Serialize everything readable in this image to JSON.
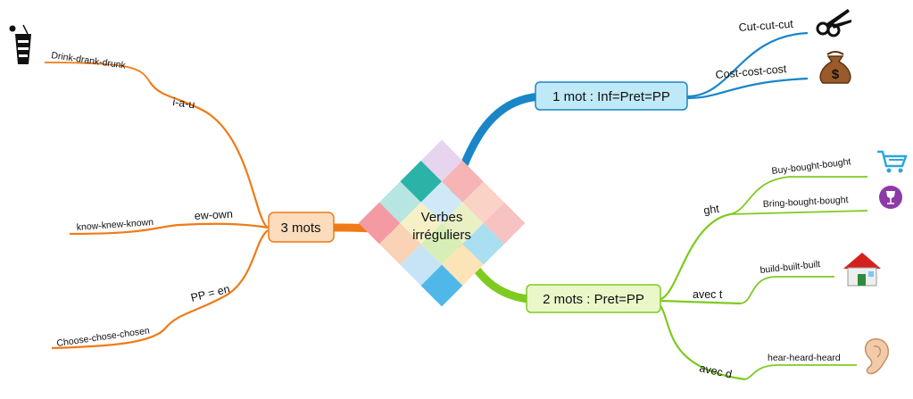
{
  "center": {
    "title_line1": "Verbes",
    "title_line2": "irréguliers"
  },
  "nodes": {
    "one_word": "1 mot : Inf=Pret=PP",
    "two_words": "2 mots : Pret=PP",
    "three_words": "3 mots"
  },
  "branches": {
    "one_word": {
      "items": [
        "Cut-cut-cut",
        "Cost-cost-cost"
      ]
    },
    "two_words": {
      "ght": {
        "label": "ght",
        "items": [
          "Buy-bought-bought",
          "Bring-bought-bought"
        ]
      },
      "avec_t": {
        "label": "avec t",
        "items": [
          "build-built-built"
        ]
      },
      "avec_d": {
        "label": "avec d",
        "items": [
          "hear-heard-heard"
        ]
      }
    },
    "three_words": {
      "iau": {
        "label": "i-a-u",
        "items": [
          "Drink-drank-drunk"
        ]
      },
      "ewown": {
        "label": "ew-own",
        "items": [
          "know-knew-known"
        ]
      },
      "ppen": {
        "label": "PP = en",
        "items": [
          "Choose-chose-chosen"
        ]
      }
    }
  },
  "icons": [
    "scissors-icon",
    "money-bag-icon",
    "cart-icon",
    "wine-icon",
    "house-icon",
    "ear-icon",
    "drink-icon"
  ],
  "colors": {
    "blue": "#1a86c7",
    "green": "#7ecb20",
    "orange": "#f07a16",
    "blue_fill": "#bfe9f7",
    "green_fill": "#eaf7c8",
    "orange_fill": "#fbdcbc"
  }
}
